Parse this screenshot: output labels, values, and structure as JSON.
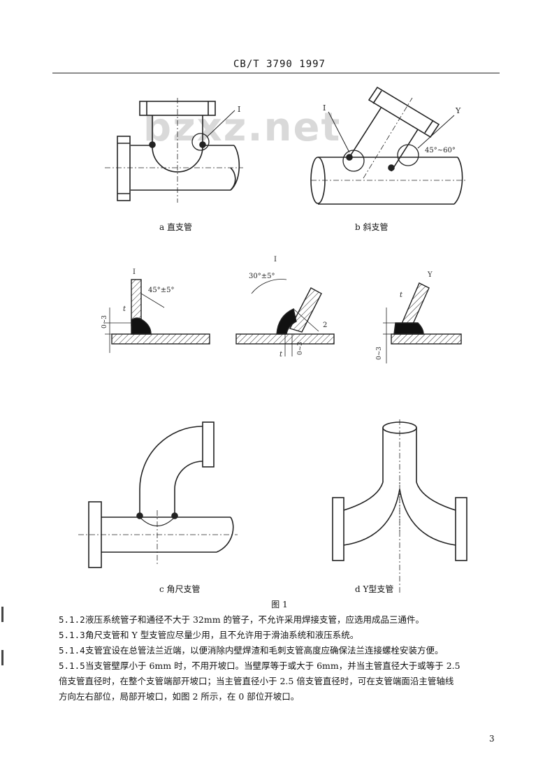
{
  "header": {
    "standard": "CB/T 3790  1997"
  },
  "watermark": "bzxz.net",
  "figure": {
    "caption_a": "a  直支管",
    "caption_b": "b  斜支管",
    "caption_c": "c  角尺支管",
    "caption_d": "d  Y型支管",
    "title": "图 1",
    "label_I": "I",
    "label_Y": "Y",
    "angle_y": "45°~60°",
    "detail_I": "I",
    "detail_II": "I",
    "detail_Y": "Y",
    "angle_45": "45°±5°",
    "angle_30": "30°±5°",
    "dim_03": "0~3",
    "dim_t": "t",
    "num_2": "2"
  },
  "clauses": [
    {
      "num": "5.1.2",
      "text": "液压系统管子和通径不大于 32mm 的管子，不允许采用焊接支管，应选用成品三通件。"
    },
    {
      "num": "5.1.3",
      "text": "角尺支管和 Y 型支管应尽量少用，且不允许用于滑油系统和液压系统。"
    },
    {
      "num": "5.1.4",
      "text": "支管宜设在总管法兰近端，以便消除内壁焊渣和毛刺支管高度应确保法兰连接螺栓安装方便。"
    },
    {
      "num": "5.1.5",
      "text": "当支管壁厚小于 6mm 时，不用开坡口。当壁厚等于或大于 6mm，并当主管直径大于或等于 2.5"
    }
  ],
  "clause_continuation": [
    "倍支管直径时，在整个支管端部开坡口；当主管直径小于 2.5 倍支管直径时，可在支管端面沿主管轴线",
    "方向左右部位，局部开坡口，如图 2 所示，在 0 部位开坡口。"
  ],
  "page_number": "3"
}
